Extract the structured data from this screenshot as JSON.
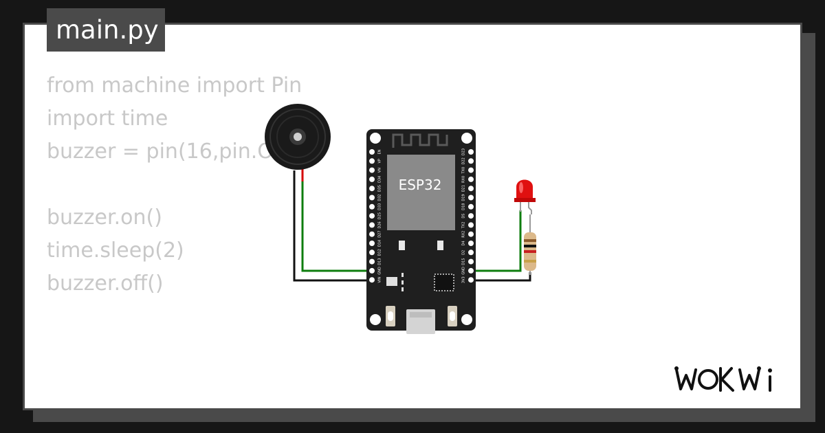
{
  "file_tab": {
    "label": "main.py"
  },
  "code": {
    "lines": [
      "from machine import Pin",
      "import time",
      "buzzer = pin(16,pin.O",
      "",
      "buzzer.on()",
      "time.sleep(2)",
      "buzzer.off()"
    ]
  },
  "esp32": {
    "chip_label": "ESP32",
    "left_pins": [
      "EN",
      "VP",
      "VN",
      "D34",
      "D35",
      "D32",
      "D33",
      "D25",
      "D26",
      "D27",
      "D14",
      "D12",
      "D13",
      "GND",
      "VIN"
    ],
    "right_pins": [
      "D23",
      "D22",
      "TX0",
      "RX0",
      "D21",
      "D19",
      "D18",
      "D5",
      "TX2",
      "RX2",
      "D4",
      "D2",
      "D15",
      "GND",
      "3V3"
    ]
  },
  "brand": {
    "logo_text": "WOKWI"
  },
  "colors": {
    "background": "#161616",
    "frame": "#4a4a4a",
    "code_text": "#c8c8c8",
    "board": "#1f1f1f",
    "chip": "#8a8a8a",
    "wire_green": "#0e7d0e",
    "wire_black": "#111111",
    "wire_red": "#d40000",
    "led_red": "#e01010"
  }
}
